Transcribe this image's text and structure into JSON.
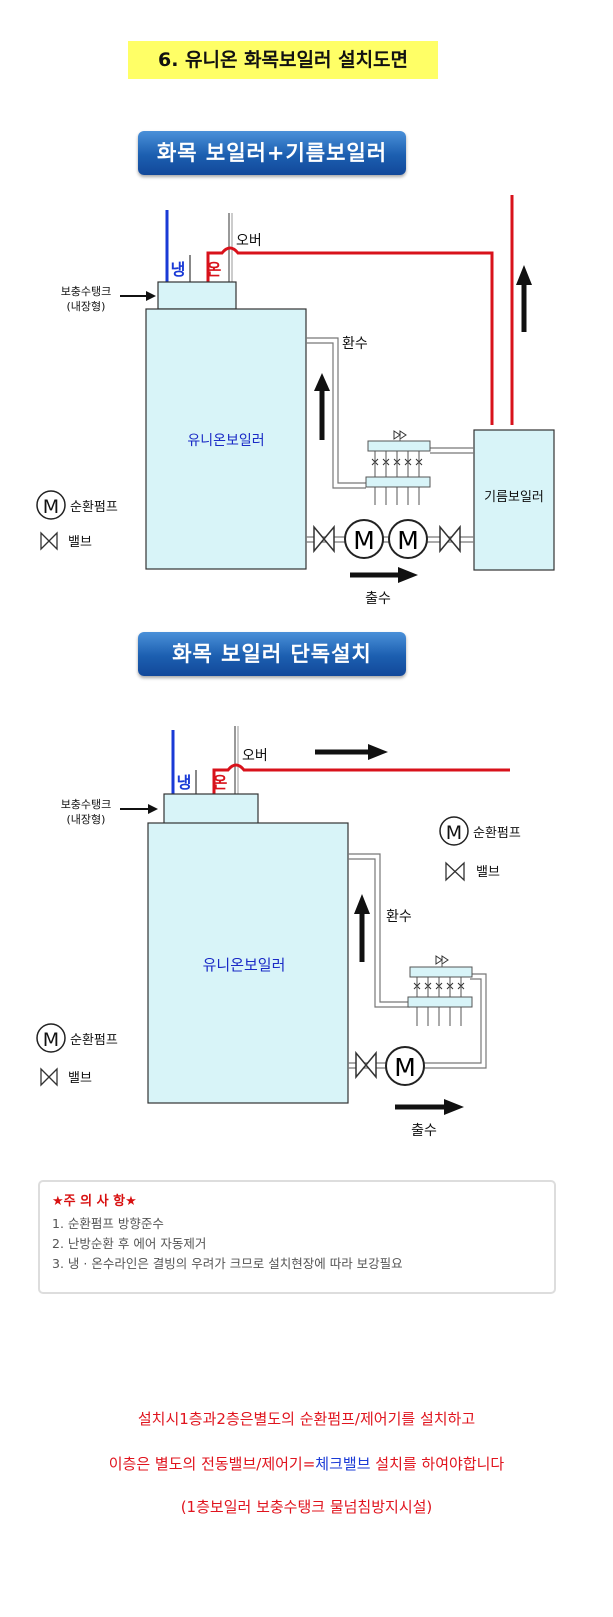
{
  "page_heading": "6. 유니온 화목보일러 설치도면",
  "section1": {
    "banner": "화목 보일러+기름보일러",
    "labels": {
      "cold": "냉",
      "hot": "온",
      "over": "오버",
      "tank_line1": "보충수탱크",
      "tank_line2": "(내장형)",
      "return": "환수",
      "boiler": "유니온보일러",
      "oil_boiler": "기름보일러",
      "outflow": "출수",
      "pump_symbol": "M"
    },
    "legend": {
      "pump": "순환펌프",
      "valve": "밸브"
    }
  },
  "section2": {
    "banner": "화목 보일러 단독설치",
    "labels": {
      "cold": "냉",
      "hot": "온",
      "over": "오버",
      "tank_line1": "보충수탱크",
      "tank_line2": "(내장형)",
      "return": "환수",
      "boiler": "유니온보일러",
      "outflow": "출수",
      "pump_symbol": "M"
    },
    "legend_right": {
      "pump": "순환펌프",
      "valve": "밸브"
    },
    "legend_left": {
      "pump": "순환펌프",
      "valve": "밸브"
    }
  },
  "notes": {
    "title": "★주 의 사 항★",
    "items": [
      "1. 순환펌프 방향준수",
      "2. 난방순환 후 에어 자동제거",
      "3. 냉 · 온수라인은 결빙의 우려가 크므로 설치현장에 따라 보강필요"
    ]
  },
  "footer": {
    "line1": "설치시1층과2층은별도의 순환펌프/제어기를 설치하고",
    "line2_part1": "이층은 별도의 전동밸브/제어기=",
    "line2_part2": "체크밸브",
    "line2_part3": " 설치를 하여야합니다",
    "line3": "(1층보일러 보충수탱크 물넘침방지시설)"
  },
  "colors": {
    "heading_bg": "#ffff66",
    "banner_blue": "#1c5fb0",
    "boiler_fill": "#d8f4f8",
    "hot_pipe": "#d8121b",
    "cold_pipe": "#1a3ad6",
    "footer_text": "#e0141e"
  }
}
